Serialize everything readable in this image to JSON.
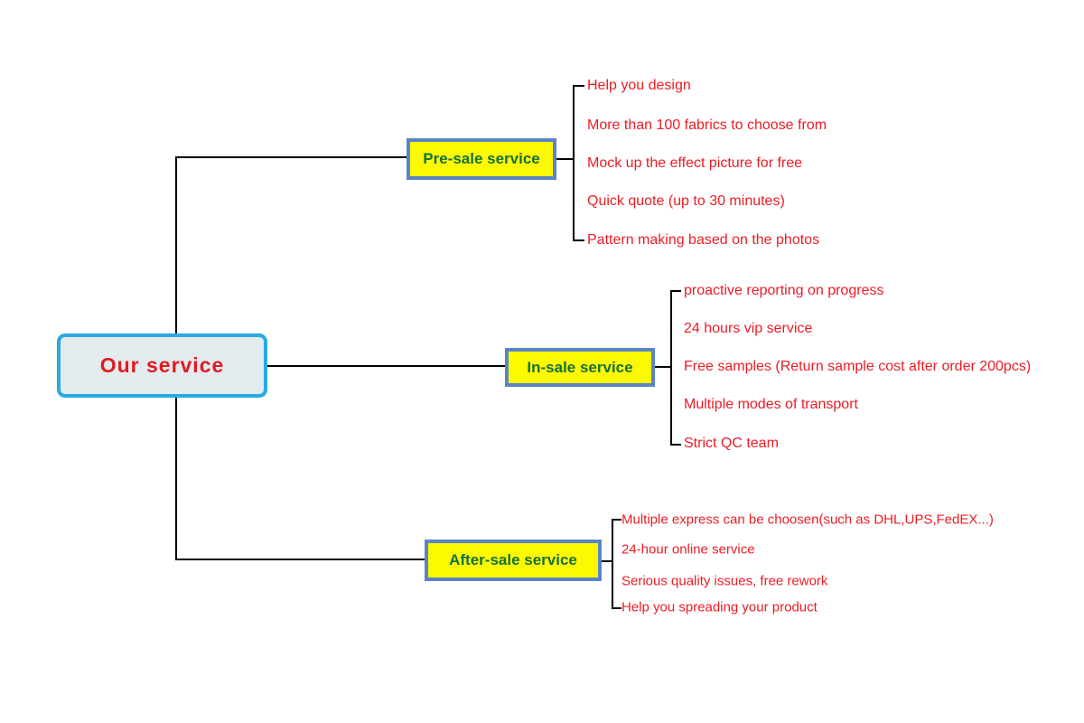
{
  "root": {
    "label": "Our service"
  },
  "branches": [
    {
      "label": "Pre-sale service",
      "items": [
        "Help you design",
        "More than 100 fabrics to choose from",
        "Mock up the effect picture for free",
        "Quick quote (up to 30 minutes)",
        "Pattern making based on the photos"
      ]
    },
    {
      "label": "In-sale service",
      "items": [
        "proactive reporting on progress",
        "24 hours vip service",
        "Free samples (Return sample cost after order 200pcs)",
        "Multiple modes of transport",
        "Strict QC team"
      ]
    },
    {
      "label": "After-sale service",
      "items": [
        "Multiple express can be choosen(such as DHL,UPS,FedEX...)",
        "24-hour online service",
        "Serious quality issues, free rework",
        "Help you spreading your product"
      ]
    }
  ],
  "colors": {
    "line": "#000000",
    "root_fill": "#e3ebee",
    "root_border": "#29abe2",
    "root_text": "#e11a22",
    "branch_fill": "#fdf900",
    "branch_border": "#5b84c6",
    "branch_text": "#15713b",
    "item_text": "#ec1c24"
  }
}
